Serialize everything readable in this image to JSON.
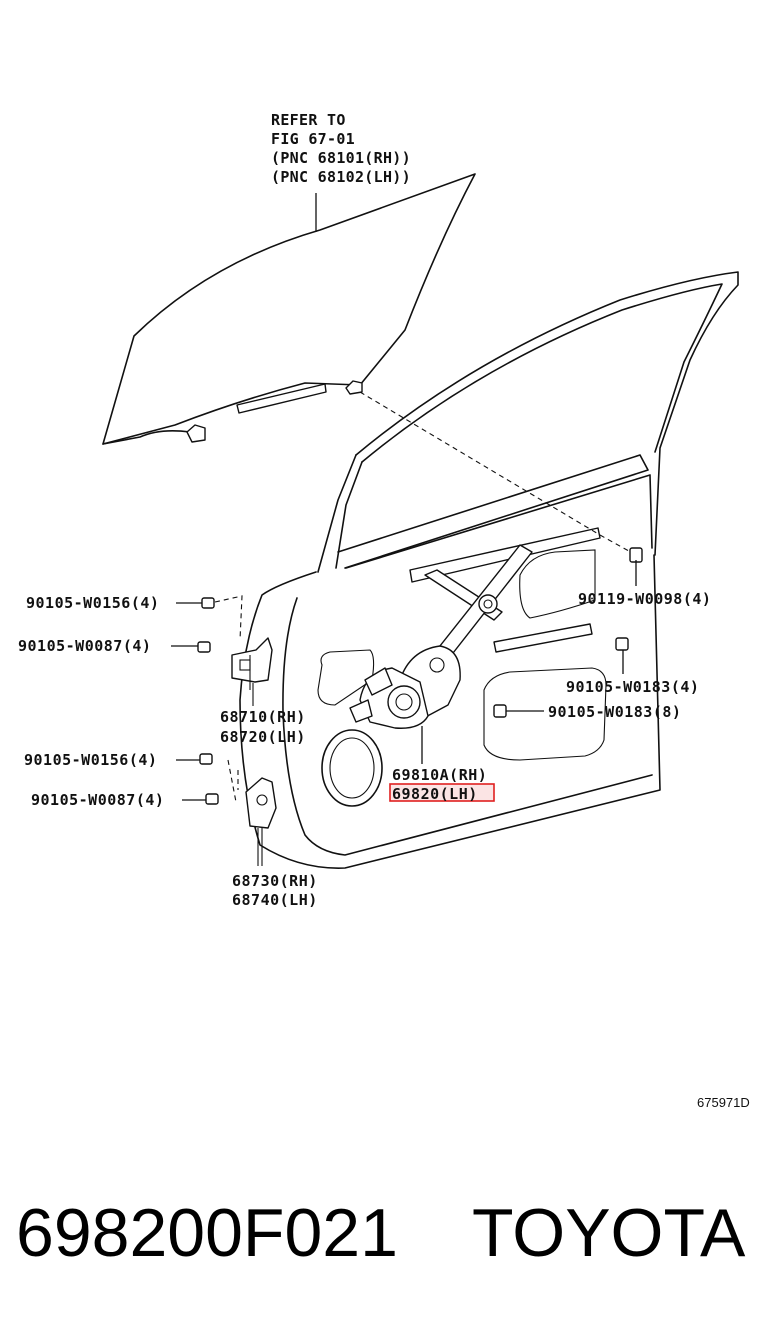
{
  "diagram": {
    "refer_note": [
      "REFER TO",
      "FIG 67-01",
      "(PNC 68101(RH))",
      "(PNC 68102(LH))"
    ],
    "callouts": {
      "c1": "90105-W0156(4)",
      "c2": "90105-W0087(4)",
      "c3": "90105-W0156(4)",
      "c4": "90105-W0087(4)",
      "c5": "90119-W0098(4)",
      "c6": "90105-W0183(4)",
      "c7": "90105-W0183(8)"
    },
    "hinge_upper": [
      "68710(RH)",
      "68720(LH)"
    ],
    "hinge_lower": [
      "68730(RH)",
      "68740(LH)"
    ],
    "regulator": {
      "rh": "69810A(RH)",
      "lh": "69820(LH)"
    },
    "highlighted_part": "69820(LH)",
    "highlight_color": "#e02020",
    "figure_code": "675971D"
  },
  "footer": {
    "part_number": "698200F021",
    "brand": "TOYOTA"
  }
}
